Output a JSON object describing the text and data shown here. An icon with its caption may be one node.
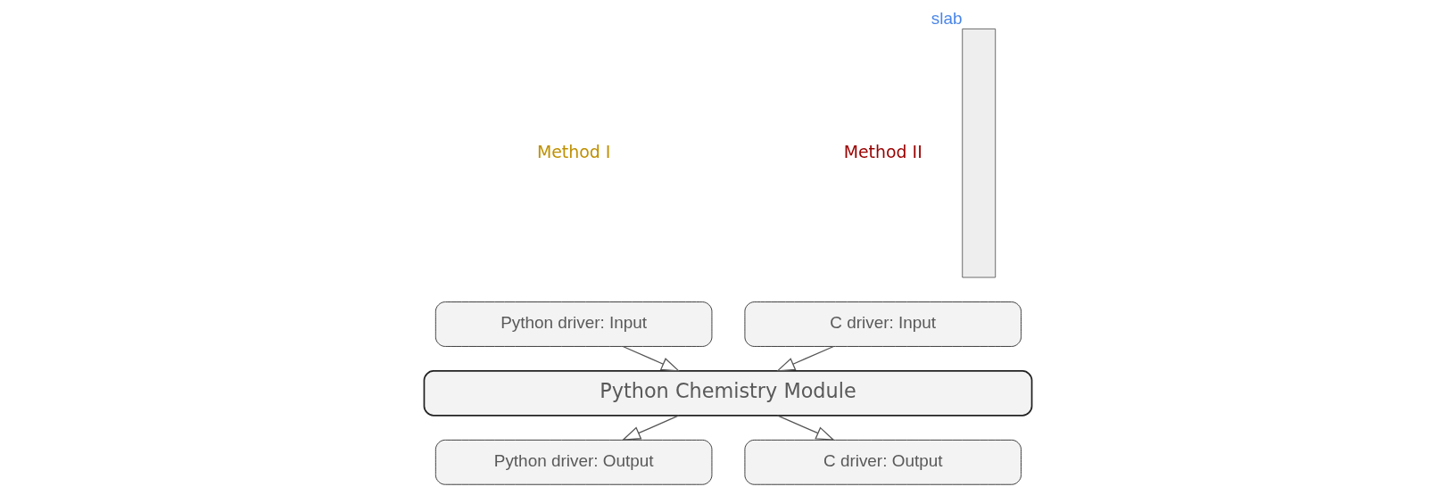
{
  "diagram": {
    "nodes": [
      {
        "text": [
          "Python driver: Input"
        ]
      },
      {
        "text": [
          "C driver: Input"
        ]
      },
      {
        "text": [
          "Python Chemistry Module"
        ]
      },
      {
        "text": [
          "Python driver: Output"
        ]
      },
      {
        "text": [
          "C driver: Output"
        ]
      },
      {
        "text": [],
        "shape": "bar",
        "beside": [
          "slab"
        ]
      }
    ],
    "edges": [
      {
        "from": 0,
        "to": 2,
        "arrow": "to"
      },
      {
        "from": 1,
        "to": 2,
        "arrow": "to"
      },
      {
        "from": 2,
        "to": 3,
        "arrow": "to"
      },
      {
        "from": 2,
        "to": 4,
        "arrow": "to"
      }
    ],
    "labels": [
      "Method I",
      "Method II"
    ]
  }
}
